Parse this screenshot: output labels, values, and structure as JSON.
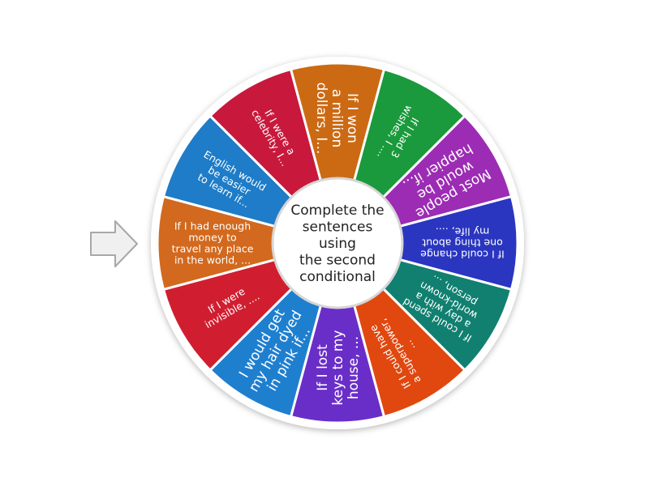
{
  "wheel": {
    "center_label": [
      "Complete the",
      "sentences",
      "using",
      "the second",
      "conditional"
    ],
    "segments": [
      {
        "lines": [
          "If I had enough",
          "money to",
          "travel any place",
          "in the world, ..."
        ],
        "color": "#d2691e"
      },
      {
        "lines": [
          "English would",
          "be easier",
          "to learn if..."
        ],
        "color": "#1e7cc8"
      },
      {
        "lines": [
          "If I were a",
          "celebrity, I..."
        ],
        "color": "#c8193c"
      },
      {
        "lines": [
          "If I won",
          "a million",
          "dollars, I..."
        ],
        "color": "#cc6a14"
      },
      {
        "lines": [
          "If I had 3",
          "wishes, I ...."
        ],
        "color": "#1a9a3c"
      },
      {
        "lines": [
          "Most people",
          "would be",
          "happier if..."
        ],
        "color": "#9c2cb4"
      },
      {
        "lines": [
          "If I could change",
          "one thing about",
          "my life, ...."
        ],
        "color": "#2a36c0"
      },
      {
        "lines": [
          "If I could spend",
          "a day with a",
          "world-known",
          "person, ..."
        ],
        "color": "#118070"
      },
      {
        "lines": [
          "If I could have",
          "a superpower,",
          "..."
        ],
        "color": "#e04810"
      },
      {
        "lines": [
          "If I lost",
          "keys to my",
          "house, ..."
        ],
        "color": "#6a2ec8"
      },
      {
        "lines": [
          "I would get",
          "my hair dyed",
          "in pink if..."
        ],
        "color": "#1f7fcf"
      },
      {
        "lines": [
          "If I were",
          "invisible, ...."
        ],
        "color": "#d01e30"
      }
    ]
  },
  "pointer": {
    "icon": "arrow-right-icon"
  }
}
